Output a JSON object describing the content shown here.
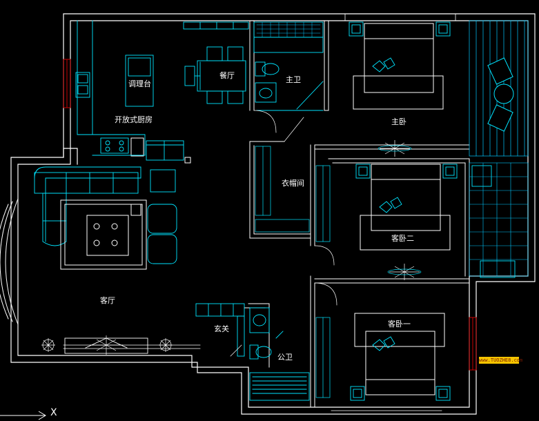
{
  "rooms": {
    "kitchen": "开放式厨房",
    "prep_counter": "调理台",
    "dining": "餐厅",
    "master_bath": "主卫",
    "master_bedroom": "主卧",
    "walk_in_closet": "衣帽间",
    "guest_bedroom_2": "客卧二",
    "living_room": "客厅",
    "foyer": "玄关",
    "public_bath": "公卫",
    "guest_bedroom_1": "客卧一"
  },
  "watermark": "www.TUOZHE8.com",
  "axis": {
    "x_label": "X"
  },
  "colors": {
    "background": "#000000",
    "wall": "#ffffff",
    "furniture": "#00e5ff",
    "grid": "#00c8ff",
    "window_accent": "#cc0000",
    "watermark_bg": "#f5c400"
  }
}
